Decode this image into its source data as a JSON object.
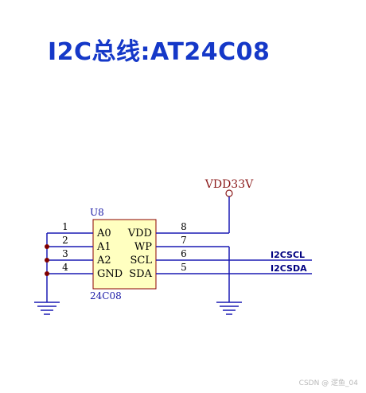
{
  "title": "I2C总线:AT24C08",
  "watermark": "CSDN @ 逻鱼_04",
  "schematic": {
    "refdes": "U8",
    "part": "24C08",
    "power_net": "VDD33V",
    "pins_left": [
      {
        "num": "1",
        "name": "A0"
      },
      {
        "num": "2",
        "name": "A1"
      },
      {
        "num": "3",
        "name": "A2"
      },
      {
        "num": "4",
        "name": "GND"
      }
    ],
    "pins_right": [
      {
        "num": "8",
        "name": "VDD"
      },
      {
        "num": "7",
        "name": "WP"
      },
      {
        "num": "6",
        "name": "SCL"
      },
      {
        "num": "5",
        "name": "SDA"
      }
    ],
    "net_labels": {
      "scl": "I2CSCL",
      "sda": "I2CSDA"
    },
    "colors": {
      "wire": "#1a1ab4",
      "body_fill": "#ffffc0",
      "body_stroke": "#8b0000",
      "power": "#8b1a1a",
      "text": "#000000",
      "label": "#1a1aa6",
      "net_label": "#000080",
      "junction": "#800000",
      "ground": "#1a1ab4"
    }
  }
}
